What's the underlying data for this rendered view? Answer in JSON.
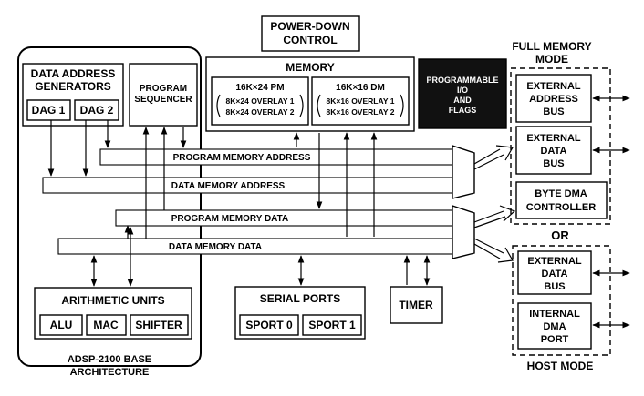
{
  "power_down": [
    "POWER-DOWN",
    "CONTROL"
  ],
  "memory": {
    "title": "MEMORY",
    "pm": {
      "title": "16K×24 PM",
      "overlays": [
        "8K×24 OVERLAY 1",
        "8K×24 OVERLAY 2"
      ]
    },
    "dm": {
      "title": "16K×16 DM",
      "overlays": [
        "8K×16 OVERLAY 1",
        "8K×16 OVERLAY 2"
      ]
    }
  },
  "programmable_io": [
    "PROGRAMMABLE",
    "I/O",
    "AND",
    "FLAGS"
  ],
  "full_memory_mode": [
    "FULL MEMORY",
    "MODE"
  ],
  "external_address_bus": [
    "EXTERNAL",
    "ADDRESS",
    "BUS"
  ],
  "external_data_bus_top": [
    "EXTERNAL",
    "DATA",
    "BUS"
  ],
  "byte_dma": [
    "BYTE DMA",
    "CONTROLLER"
  ],
  "or_label": "OR",
  "external_data_bus_bottom": [
    "EXTERNAL",
    "DATA",
    "BUS"
  ],
  "internal_dma": [
    "INTERNAL",
    "DMA",
    "PORT"
  ],
  "host_mode": "HOST MODE",
  "dag": {
    "title": [
      "DATA ADDRESS",
      "GENERATORS"
    ],
    "dag1": "DAG 1",
    "dag2": "DAG 2"
  },
  "sequencer": [
    "PROGRAM",
    "SEQUENCER"
  ],
  "buses": {
    "pma": "PROGRAM  MEMORY ADDRESS",
    "dma": "DATA MEMORY ADDRESS",
    "pmd": "PROGRAM MEMORY DATA",
    "dmd": "DATA MEMORY DATA"
  },
  "arithmetic": {
    "title": "ARITHMETIC UNITS",
    "alu": "ALU",
    "mac": "MAC",
    "shifter": "SHIFTER"
  },
  "serial": {
    "title": "SERIAL PORTS",
    "sport0": "SPORT 0",
    "sport1": "SPORT 1"
  },
  "timer": "TIMER",
  "base_arch": [
    "ADSP-2100 BASE",
    "ARCHITECTURE"
  ]
}
